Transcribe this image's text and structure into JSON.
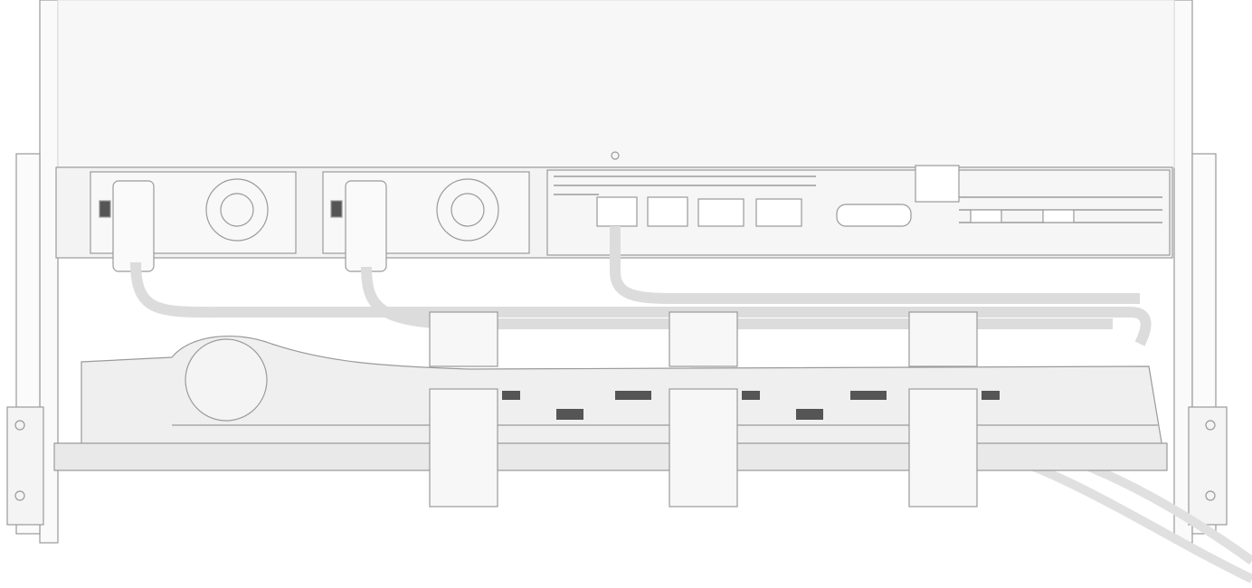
{
  "illustration": {
    "subject": "server-rear-with-cable-management-arm",
    "colors": {
      "background": "#ffffff",
      "chassis": "#f7f7f8",
      "outline": "#9a9a9a",
      "dark_slot": "#555555",
      "arm_fill": "#efefef",
      "shadow": "#bdbdbd"
    },
    "components": {
      "power_supplies": 2,
      "ethernet_ports": 4,
      "usb_ports": 2,
      "serial_ports": 1,
      "cable_clips": 3
    }
  }
}
